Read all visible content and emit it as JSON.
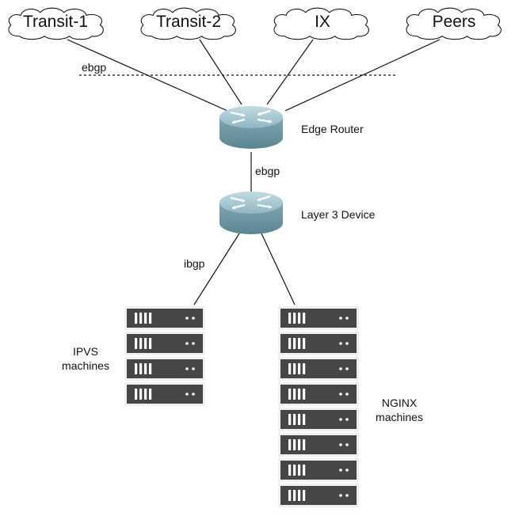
{
  "clouds": [
    {
      "label": "Transit-1"
    },
    {
      "label": "Transit-2"
    },
    {
      "label": "IX"
    },
    {
      "label": "Peers"
    }
  ],
  "ebgp_boundary_label": "ebgp",
  "edge_router": {
    "label": "Edge Router",
    "icon": "router-icon"
  },
  "core_link_label": "ebgp",
  "layer3_device": {
    "label": "Layer 3 Device",
    "icon": "router-icon"
  },
  "ibgp_label": "ibgp",
  "ipvs_group": {
    "label_line1": "IPVS",
    "label_line2": "machines",
    "server_count": 4,
    "icon": "server-icon"
  },
  "nginx_group": {
    "label_line1": "NGINX",
    "label_line2": "machines",
    "server_count": 8,
    "icon": "server-icon"
  },
  "colors": {
    "router_top": "#a7c9d2",
    "router_side": "#6f98a4",
    "server": "#4a4a4a",
    "line": "#111111"
  }
}
